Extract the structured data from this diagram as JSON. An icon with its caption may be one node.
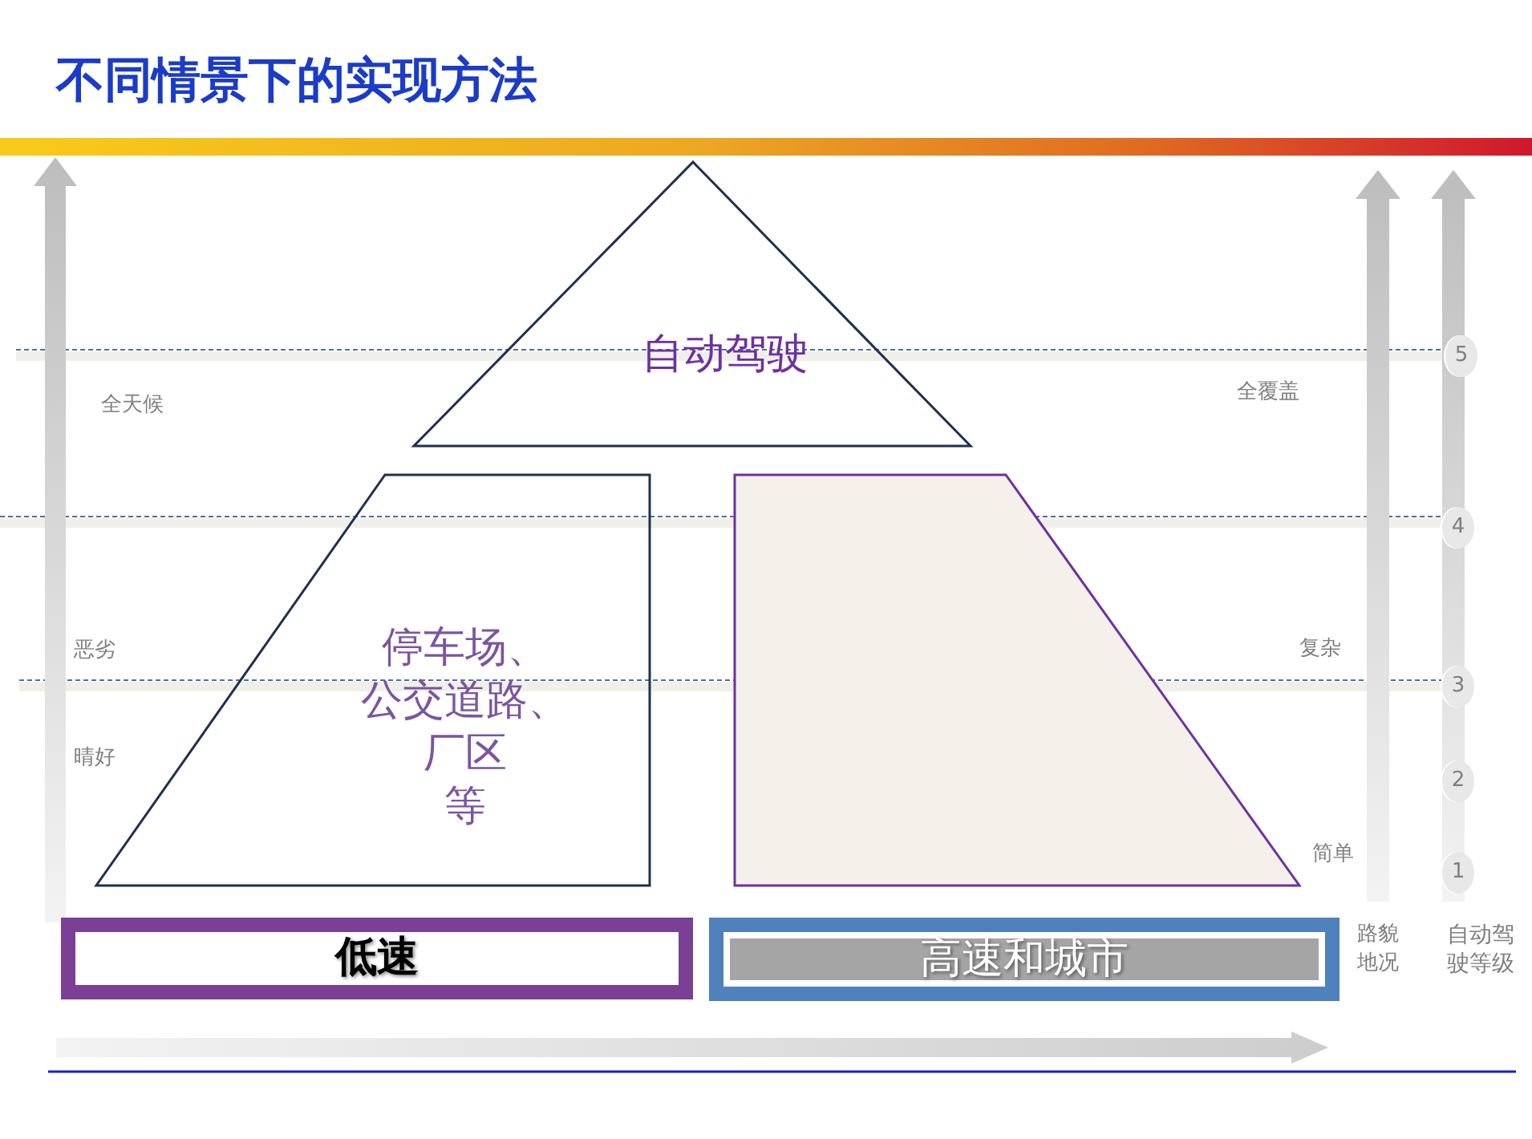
{
  "diagram": {
    "title": "不同情景下的实现方法",
    "nodes": [
      {
        "text": [
          "自动驾驶"
        ]
      },
      {
        "text": [
          "停车场、公交道路、厂区等"
        ]
      },
      {
        "text": [],
        "shape": "trapezoid"
      },
      {
        "text": [
          "低速"
        ]
      },
      {
        "text": [
          "高速和城市"
        ]
      }
    ],
    "labels": [
      "全天候",
      "全覆盖",
      "5",
      "4",
      "恶劣",
      "复杂",
      "3",
      "晴好",
      "2",
      "简单",
      "1",
      "路貌地况",
      "自动驾驶等级"
    ]
  }
}
